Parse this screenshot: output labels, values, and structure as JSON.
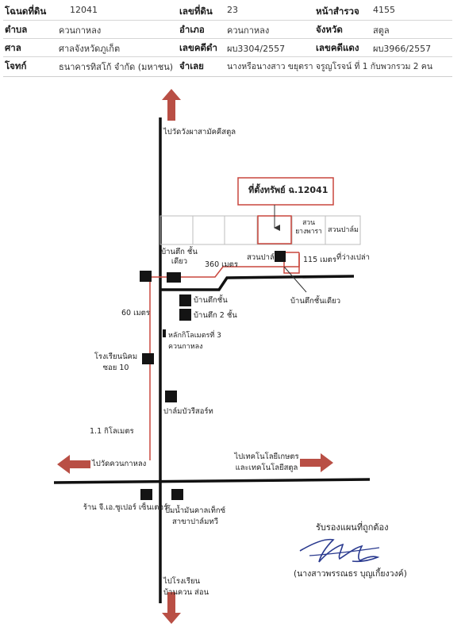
{
  "header": {
    "rows": [
      [
        {
          "label": "โฉนดที่ดิน",
          "value": "12041"
        },
        {
          "label": "เลขที่ดิน",
          "value": "23"
        },
        {
          "label": "หน้าสำรวจ",
          "value": "4155"
        }
      ],
      [
        {
          "label": "ตำบล",
          "value": "ควนกาหลง"
        },
        {
          "label": "อำเภอ",
          "value": "ควนกาหลง"
        },
        {
          "label": "จังหวัด",
          "value": "สตูล"
        }
      ],
      [
        {
          "label": "ศาล",
          "value": "ศาลจังหวัดภูเก็ต"
        },
        {
          "label": "เลขคดีดำ",
          "value": "ผบ3304/2557"
        },
        {
          "label": "เลขคดีแดง",
          "value": "ผบ3966/2557"
        }
      ],
      [
        {
          "label": "โจทก์",
          "value": "ธนาคารทิสโก้ จำกัด (มหาชน)"
        },
        {
          "label": "จำเลย",
          "value": "นางหรือนางสาว ขยุตรา จรูญโรจน์  ที่ 1  กับพวกรวม 2 คน"
        }
      ]
    ]
  },
  "map": {
    "property_label": "ที่ตั้งทรัพย์ ฉ.12041",
    "north_road": "ไปวัดวังผาสามัคคีสตูล",
    "south_road": "ไปโรงเรียนบ้านควน ส่อน",
    "west_road": "ไปวัดควนกาหลง",
    "east_road": "ไปเทคโนโลยีเกษตร และเทคโนโลยีสตูล",
    "rubber_garden": "สวน ยางพารา",
    "palm_garden_right": "สวนปาล์ม",
    "palm_garden": "สวนปาล์ม",
    "house_single_top": "บ้านตึก ชั้นเดียว",
    "dist_360": "360 เมตร",
    "dist_115": "115 เมตร",
    "empty_land": "ที่ว่างเปล่า",
    "house_single_right": "บ้านตึกชั้นเดียว",
    "house_one": "บ้านตึกชั้น",
    "house_two": "บ้านตึก 2 ชั้น",
    "dist_60": "60 เมตร",
    "km_post": "หลักกิโลเมตรที่ 3 ควนกาหลง",
    "school": "โรงเรียนนิคม ซอย 10",
    "resort": "ปาล์มบัวรีสอร์ท",
    "dist_11km": "1.1 กิโลเมตร",
    "store": "ร้าน จี.เอ.ซูเปอร์ เซ็นเตอร์",
    "gas_station": "ปั๊มน้ำมันคาลเท็กซ์ สาขาปาล์มทวี"
  },
  "signature": {
    "certify": "รับรองแผนที่ถูกต้อง",
    "name": "(นางสาวพรรณธร บุญเกี้ยงวงค์)"
  }
}
